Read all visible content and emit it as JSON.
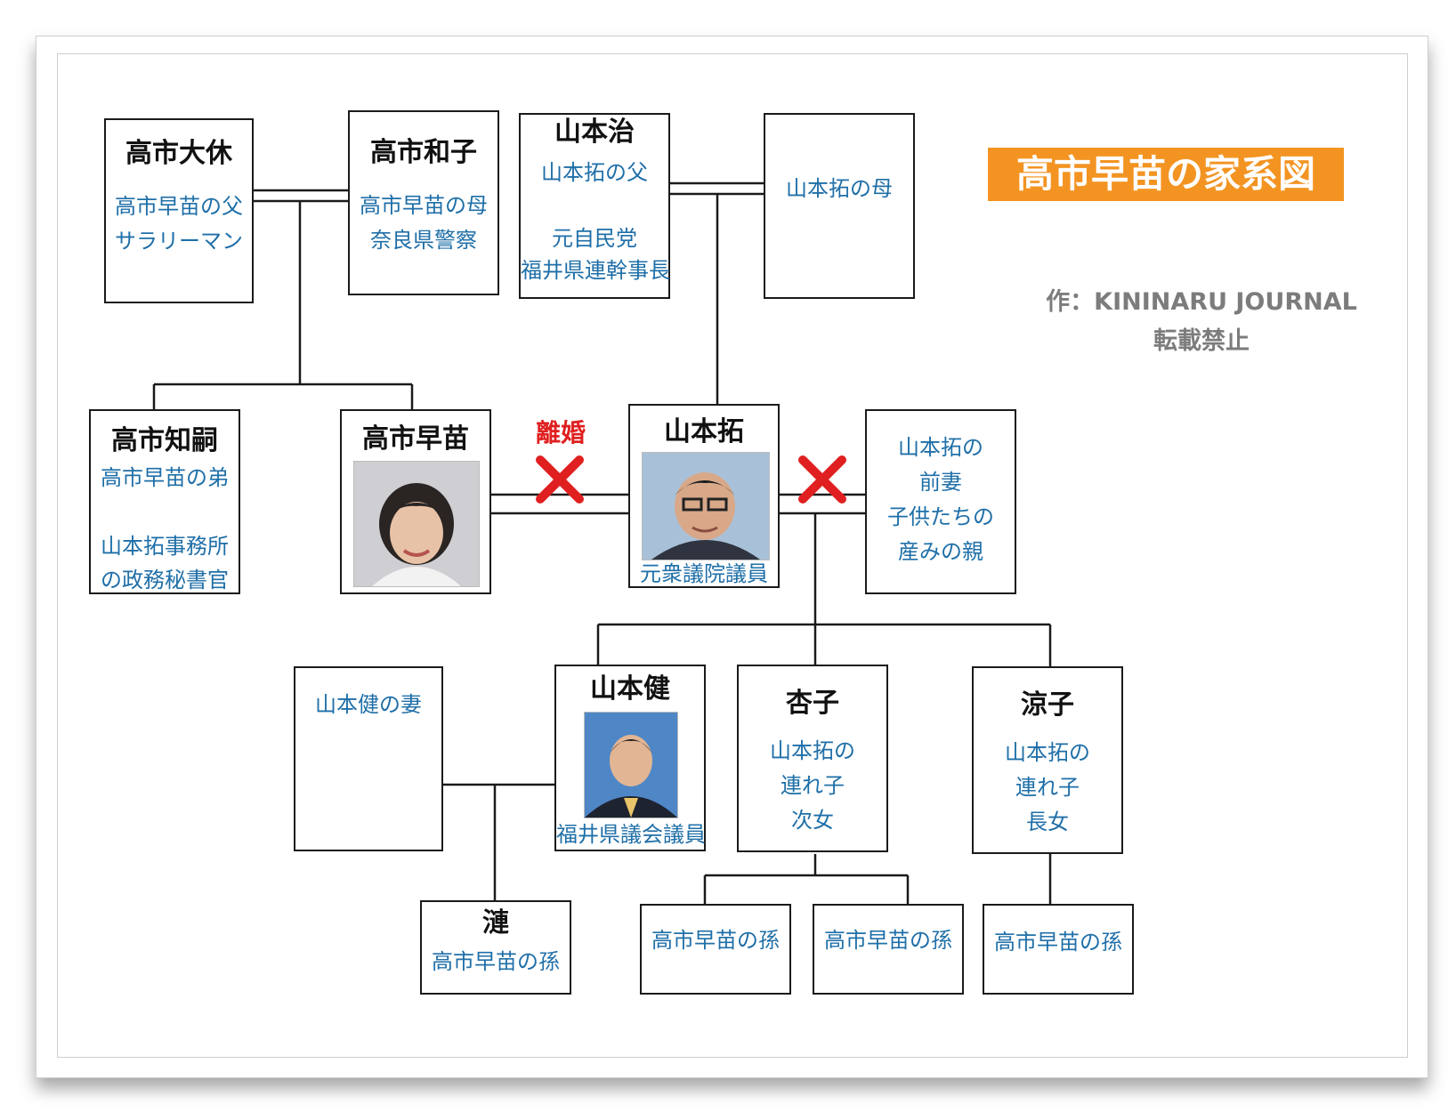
{
  "title": "高市早苗の家系図",
  "credit": {
    "author": "作：KININARU JOURNAL",
    "note": "転載禁止"
  },
  "divorce_label": "離婚",
  "colors": {
    "accent": "#f39422",
    "link_blue": "#1f6fa8",
    "divorce_red": "#e02020"
  },
  "persons": {
    "takaichi_daikyu": {
      "name": "高市大休",
      "lines": [
        "高市早苗の父",
        "サラリーマン"
      ]
    },
    "takaichi_kazuko": {
      "name": "高市和子",
      "lines": [
        "高市早苗の母",
        "奈良県警察"
      ]
    },
    "yamamoto_osamu": {
      "name": "山本治",
      "lines": [
        "山本拓の父",
        "",
        "元自民党",
        "福井県連幹事長"
      ]
    },
    "yamamoto_mother": {
      "lines": [
        "山本拓の母"
      ]
    },
    "takaichi_tomotsugu": {
      "name": "高市知嗣",
      "lines": [
        "高市早苗の弟",
        "",
        "山本拓事務所",
        "の政務秘書官"
      ]
    },
    "takaichi_sanae": {
      "name": "高市早苗"
    },
    "yamamoto_taku": {
      "name": "山本拓",
      "lines": [
        "元衆議院議員"
      ]
    },
    "yamamoto_exwife": {
      "lines": [
        "山本拓の",
        "前妻",
        "子供たちの",
        "産みの親"
      ]
    },
    "yamamoto_ken_wife": {
      "lines": [
        "山本健の妻"
      ]
    },
    "yamamoto_ken": {
      "name": "山本健",
      "lines": [
        "福井県議会議員"
      ]
    },
    "kyoko": {
      "name": "杏子",
      "lines": [
        "山本拓の",
        "連れ子",
        "次女"
      ]
    },
    "ryoko": {
      "name": "涼子",
      "lines": [
        "山本拓の",
        "連れ子",
        "長女"
      ]
    },
    "ren": {
      "name": "漣",
      "lines": [
        "高市早苗の孫"
      ]
    },
    "grandchild_1": {
      "lines": [
        "高市早苗の孫"
      ]
    },
    "grandchild_2": {
      "lines": [
        "高市早苗の孫"
      ]
    },
    "grandchild_3": {
      "lines": [
        "高市早苗の孫"
      ]
    }
  }
}
